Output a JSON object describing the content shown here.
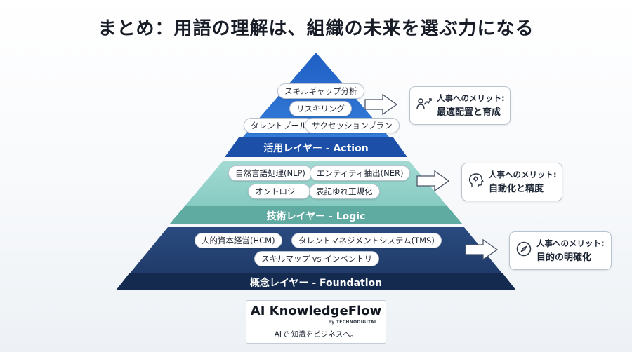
{
  "title": "まとめ：用語の理解は、組織の未来を選ぶ力になる",
  "colors": {
    "action": "#2c6fcf",
    "action_label": "#1c4fa3",
    "logic": "#8fcfc7",
    "logic_label": "#5aa89f",
    "foundation": "#1f3a66",
    "foundation_label": "#15294a"
  },
  "layers": {
    "action": {
      "label": "活用レイヤー - Action",
      "terms": [
        "スキルギャップ分析",
        "リスキリング",
        "タレントプール",
        "サクセッションプラン"
      ],
      "benefit_title": "人事へのメリット:",
      "benefit_text": "最適配置と育成",
      "icon": "growth-person-icon"
    },
    "logic": {
      "label": "技術レイヤー - Logic",
      "terms": [
        "自然言語処理(NLP)",
        "エンティティ抽出(NER)",
        "オントロジー",
        "表記ゆれ正規化"
      ],
      "benefit_title": "人事へのメリット:",
      "benefit_text": "自動化と精度",
      "icon": "head-gear-icon"
    },
    "foundation": {
      "label": "概念レイヤー - Foundation",
      "terms": [
        "人的資本経営(HCM)",
        "タレントマネジメントシステム(TMS)",
        "スキルマップ vs インベントリ"
      ],
      "benefit_title": "人事へのメリット:",
      "benefit_text": "目的の明確化",
      "icon": "compass-icon"
    }
  },
  "logo": {
    "name": "AI KnowledgeFlow",
    "by": "by TECHNODIGITAL",
    "tagline": "AIで 知識をビジネスへ。"
  }
}
